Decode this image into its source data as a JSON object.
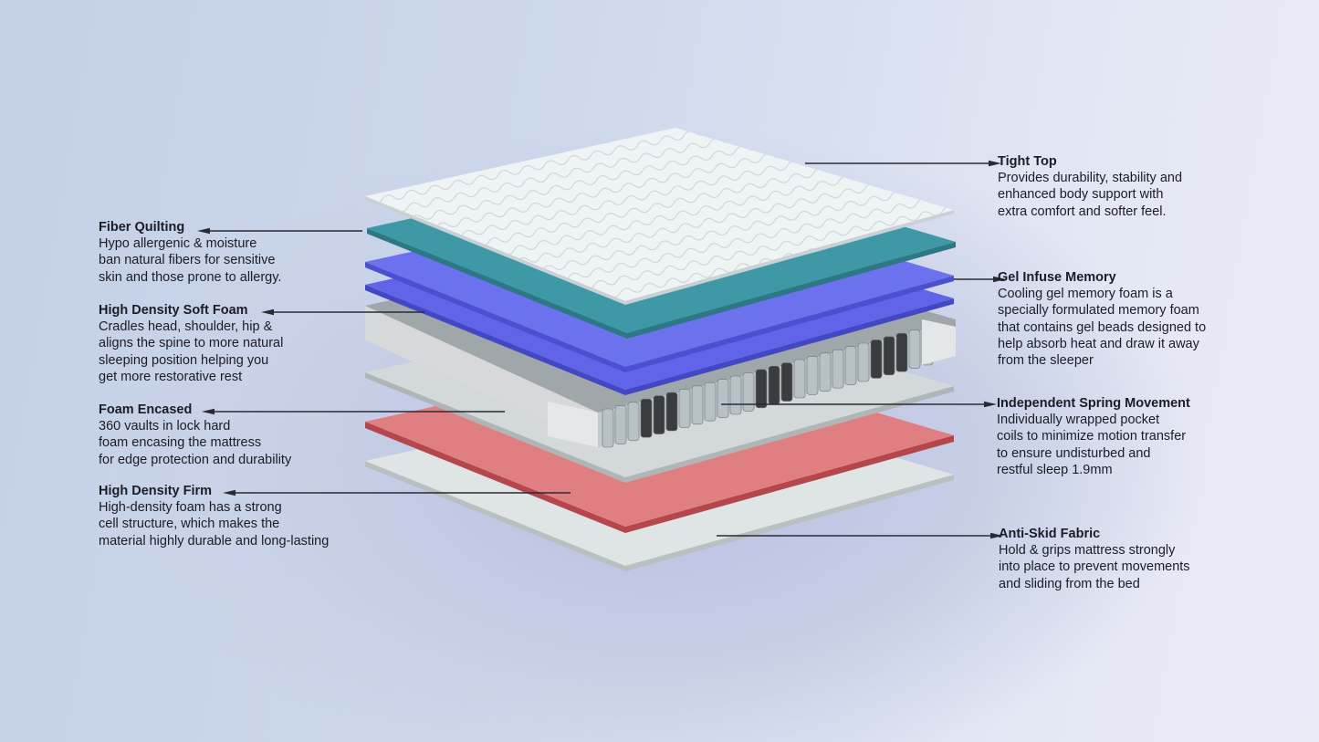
{
  "colors": {
    "top": "#eef3f4",
    "teal": "#3f98a6",
    "blue": "#5f64e8",
    "grey": "#d3d9da",
    "red": "#e07f82",
    "spring_dark": "#3a3c40",
    "spring_light": "#b7c1c6",
    "arrow": "#2a2a36"
  },
  "left_labels": [
    {
      "title": "Fiber Quilting",
      "lines": [
        "Hypo allergenic & moisture",
        "ban natural fibers for sensitive",
        "skin and those prone to allergy."
      ]
    },
    {
      "title": "High Density Soft Foam",
      "lines": [
        "Cradles head, shoulder, hip &",
        "aligns the spine to more natural",
        "sleeping position helping you",
        "get more restorative rest"
      ]
    },
    {
      "title": "Foam Encased",
      "lines": [
        "360 vaults in lock hard",
        "foam encasing the mattress",
        "for edge protection and durability"
      ]
    },
    {
      "title": "High Density Firm",
      "lines": [
        "High-density foam has a strong",
        "cell structure, which makes the",
        "material highly durable and long-lasting"
      ]
    }
  ],
  "right_labels": [
    {
      "title": "Tight Top",
      "lines": [
        "Provides durability, stability and",
        "enhanced body support with",
        "extra comfort and softer feel."
      ]
    },
    {
      "title": "Gel Infuse Memory",
      "lines": [
        "Cooling gel memory foam is a",
        "specially formulated memory foam",
        "that contains gel beads designed to",
        "help absorb heat and draw it away",
        "from the sleeper"
      ]
    },
    {
      "title": "Independent Spring Movement",
      "lines": [
        "Individually wrapped pocket",
        "coils to minimize motion transfer",
        "to ensure undisturbed and",
        "restful sleep 1.9mm"
      ]
    },
    {
      "title": "Anti-Skid Fabric",
      "lines": [
        "Hold & grips mattress strongly",
        "into place to prevent movements",
        "and sliding from the bed"
      ]
    }
  ]
}
